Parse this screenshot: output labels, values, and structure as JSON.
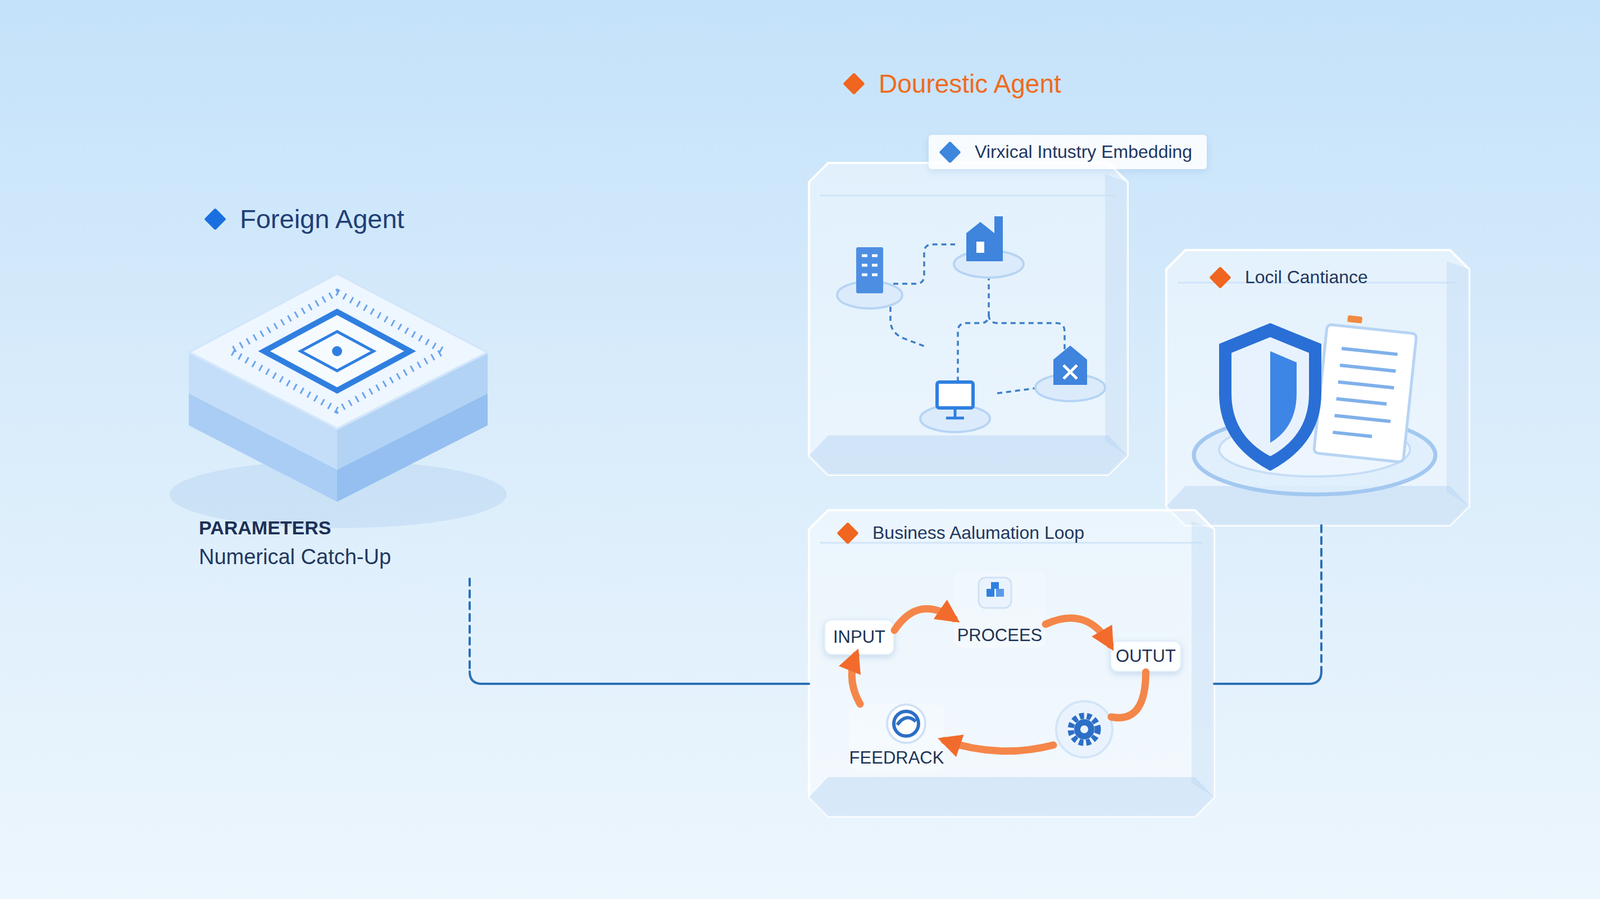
{
  "diagram": {
    "nodes": [
      {
        "text": [
          "Foreign Agent",
          "PARAMETERS",
          "Numerical Catch-Up"
        ]
      },
      {
        "text": [
          "Virxical Intustry Embedding"
        ]
      },
      {
        "text": [
          "Locil Cantiance"
        ]
      },
      {
        "text": [
          "Business Aalumation Loop"
        ]
      },
      {
        "text": [
          "INPUT"
        ],
        "in": 3
      },
      {
        "text": [
          "PROCEES"
        ],
        "in": 3
      },
      {
        "text": [
          "OUTUT"
        ],
        "in": 3
      },
      {
        "text": [
          "FEEDRACK"
        ],
        "in": 3
      }
    ],
    "edges": [
      {
        "from": 4,
        "to": 5,
        "arrow": "to"
      },
      {
        "from": 5,
        "to": 6,
        "arrow": "to"
      },
      {
        "from": 6,
        "to": 7,
        "arrow": "to"
      },
      {
        "from": 7,
        "to": 4,
        "arrow": "to"
      },
      {
        "from": 0,
        "to": 3,
        "arrow": "none"
      },
      {
        "from": 2,
        "to": 3,
        "arrow": "none"
      }
    ],
    "labels": [
      "Dourestic Agent"
    ]
  }
}
